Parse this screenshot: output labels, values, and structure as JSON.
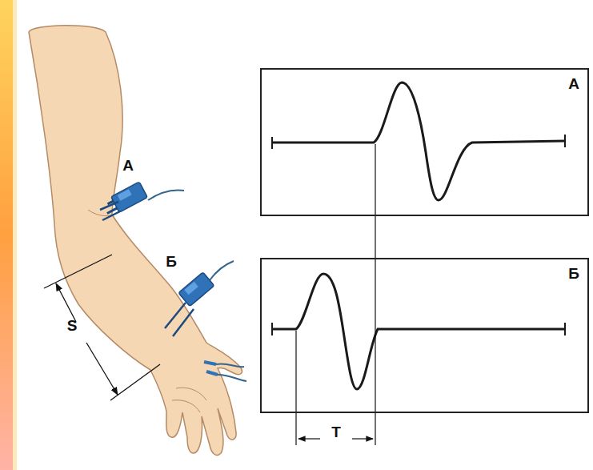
{
  "diagram": {
    "nodes": [
      {
        "text": [
          "А"
        ]
      },
      {
        "text": [
          "Б"
        ]
      }
    ],
    "labels": [
      "А",
      "Б",
      "S",
      "T"
    ]
  }
}
